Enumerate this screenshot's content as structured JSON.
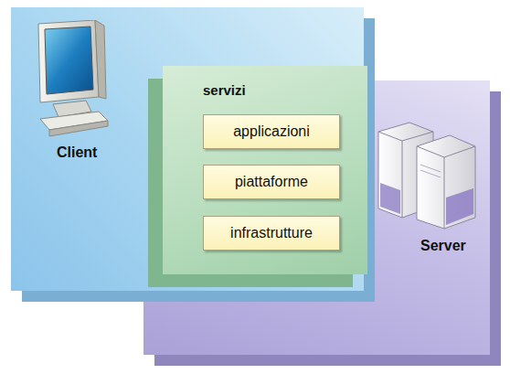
{
  "diagram": {
    "nodes": [
      {
        "text": [
          "Client"
        ]
      },
      {
        "text": [
          "servizi"
        ]
      },
      {
        "text": [
          "applicazioni"
        ],
        "in": 1
      },
      {
        "text": [
          "piattaforme"
        ],
        "in": 1
      },
      {
        "text": [
          "infrastrutture"
        ],
        "in": 1
      },
      {
        "text": [
          "Server"
        ]
      }
    ]
  }
}
